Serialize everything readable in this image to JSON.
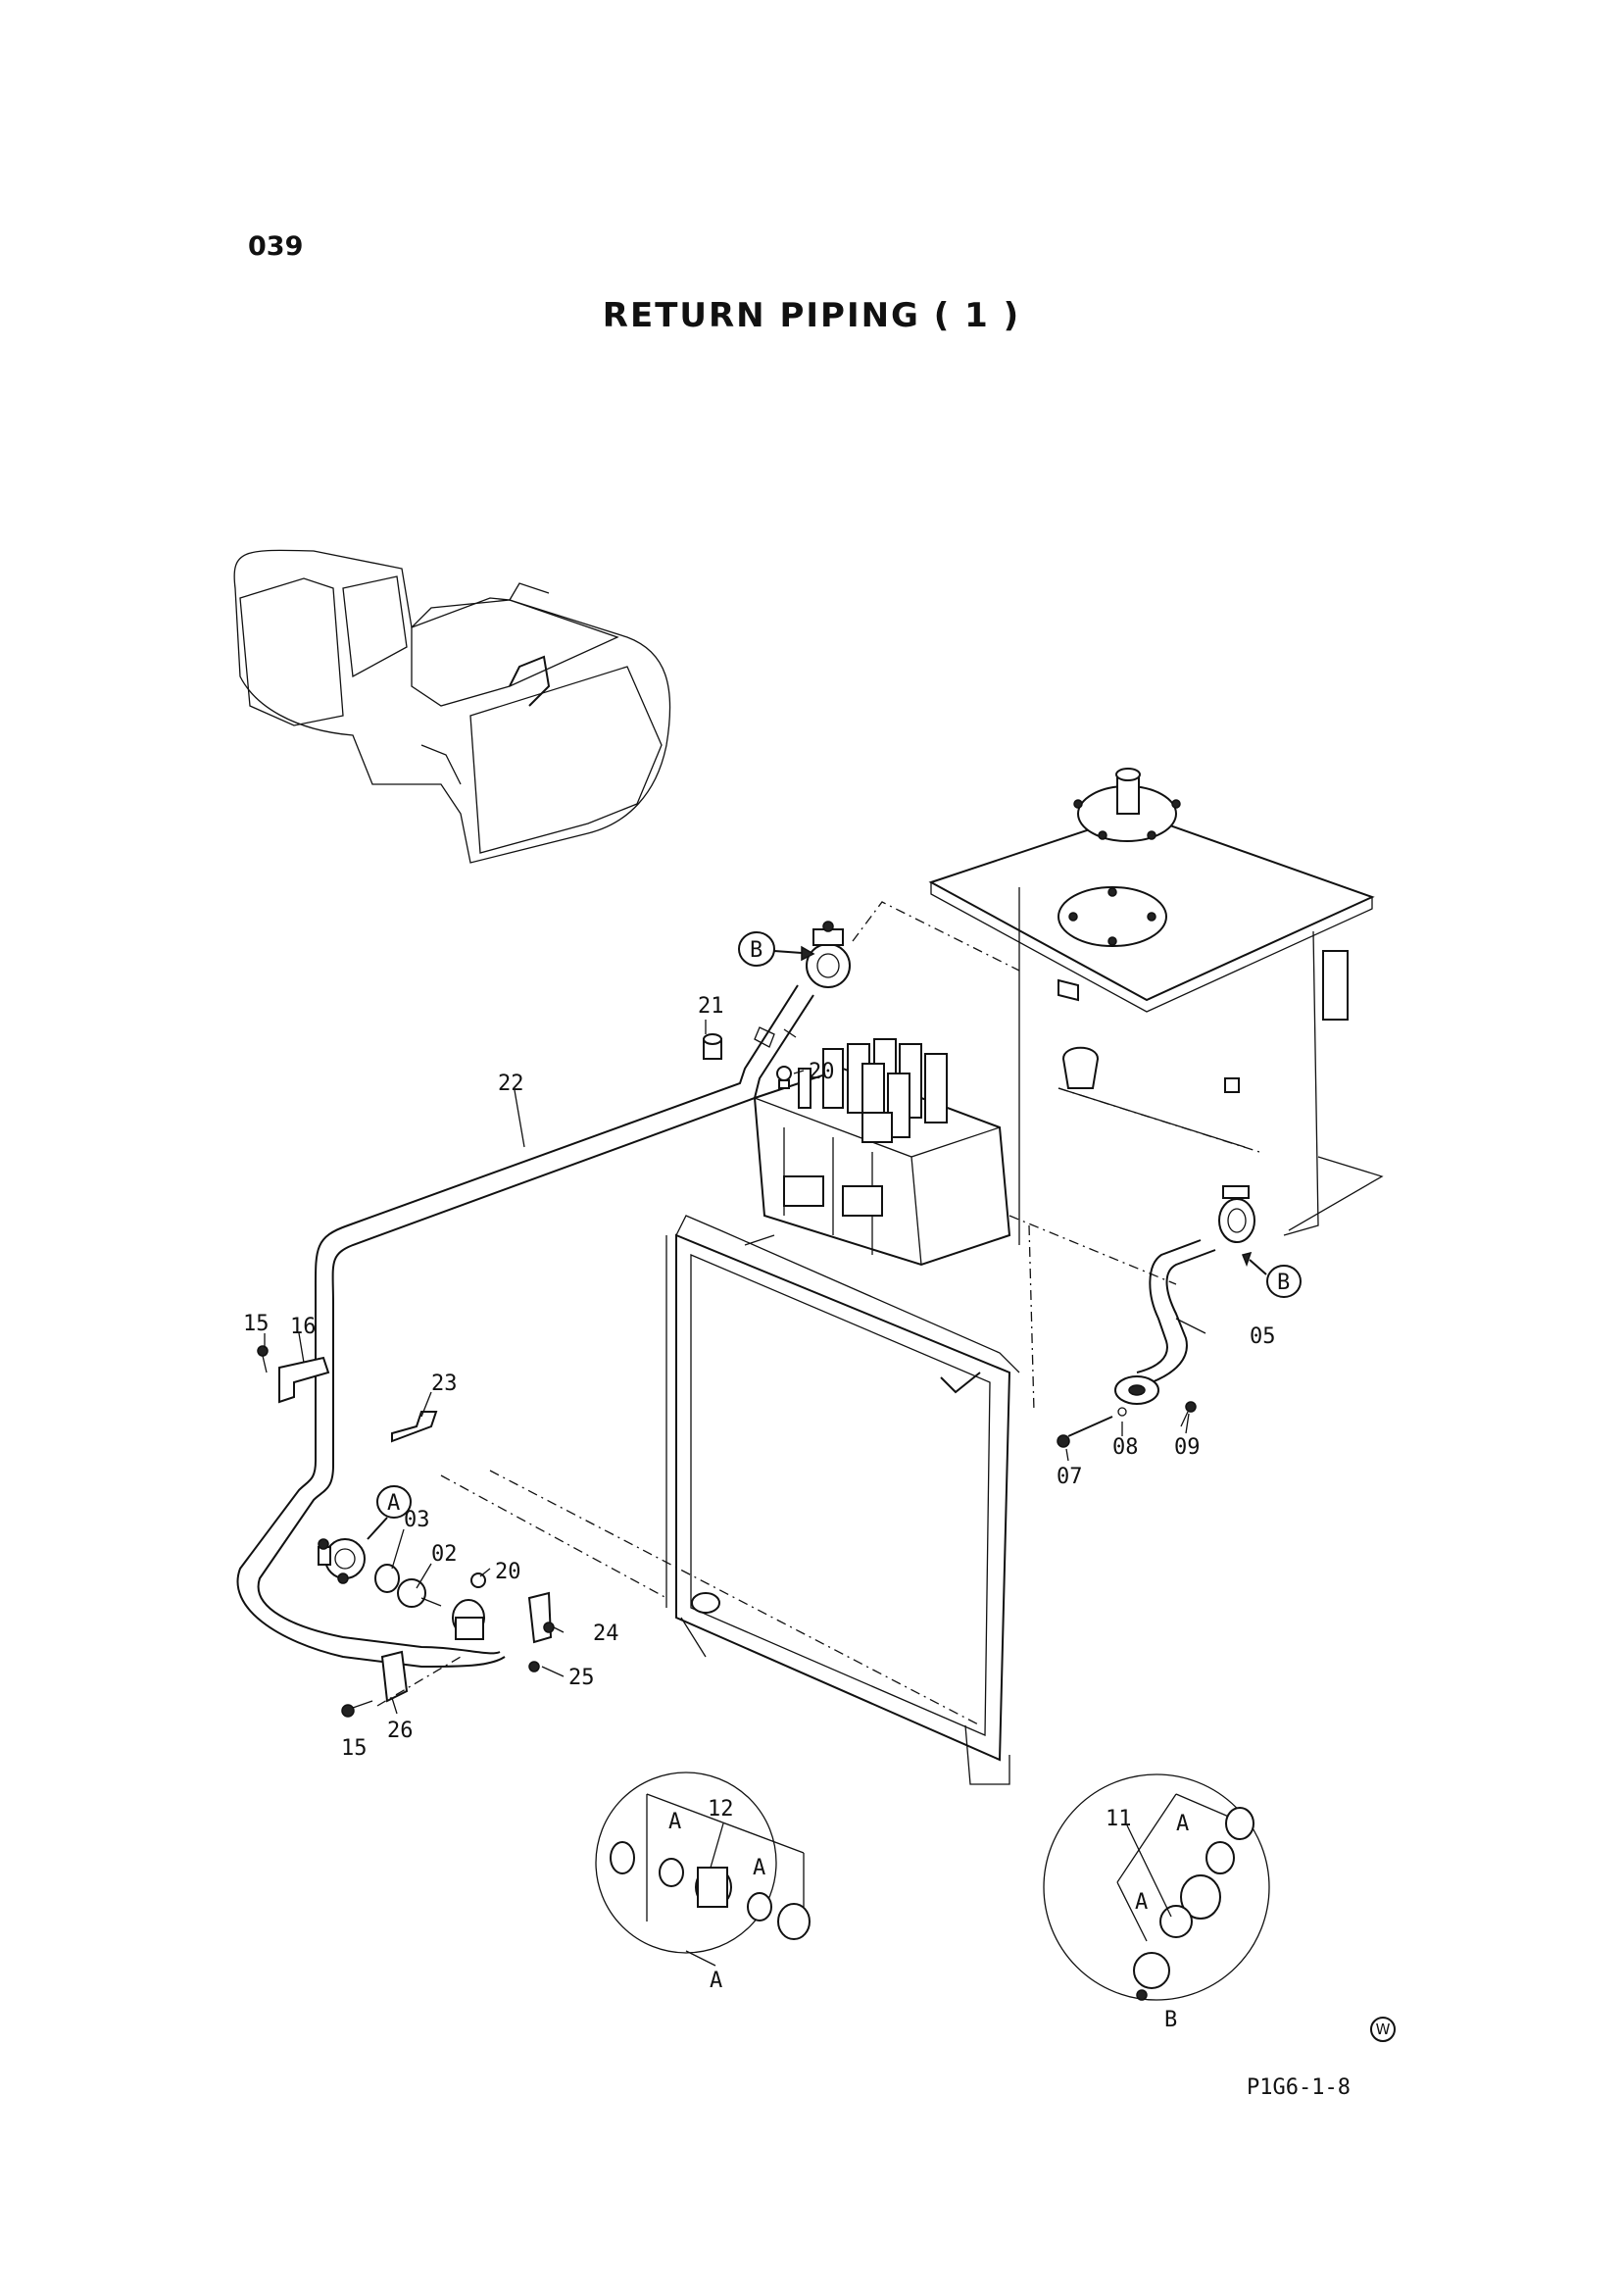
{
  "page_number": "039",
  "title": "RETURN PIPING ( 1 )",
  "reference_code": "P1G6-1-8",
  "watermark_symbol": "W",
  "callouts": {
    "c21": "21",
    "c20a": "20",
    "c22": "22",
    "c15a": "15",
    "c16": "16",
    "c23": "23",
    "c03": "03",
    "c02": "02",
    "c20b": "20",
    "c24": "24",
    "c25": "25",
    "c26": "26",
    "c15b": "15",
    "c05": "05",
    "c07": "07",
    "c08": "08",
    "c09": "09",
    "c12": "12",
    "c11": "11",
    "markerA": "A",
    "markerB1": "B",
    "markerB2": "B",
    "detailA_label": "A",
    "detailA_a1": "A",
    "detailA_a2": "A",
    "detailB_label": "B",
    "detailB_a1": "A",
    "detailB_a2": "A"
  }
}
